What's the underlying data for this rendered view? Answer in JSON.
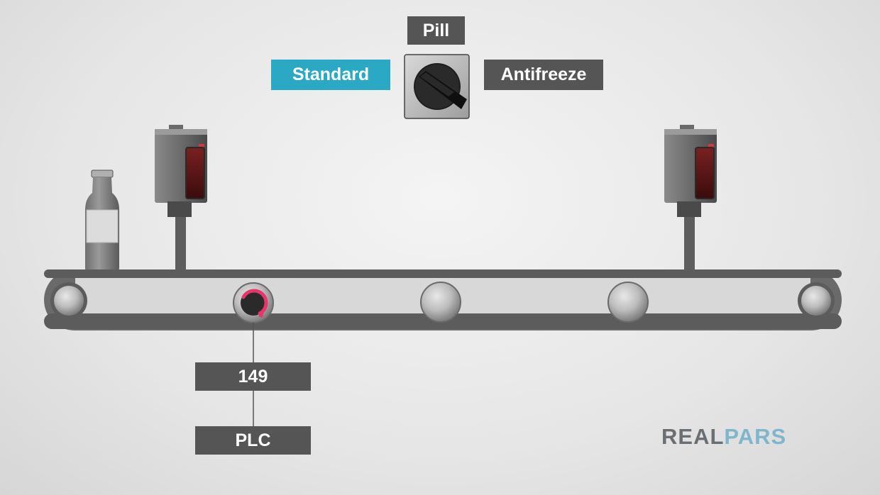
{
  "selector": {
    "top_label": "Pill",
    "left_label": "Standard",
    "right_label": "Antifreeze",
    "active": "Standard",
    "active_color": "#2aa8c4",
    "inactive_color": "#555555"
  },
  "encoder": {
    "count_value": "149",
    "controller_label": "PLC",
    "accent_color": "#e8356a"
  },
  "logo": {
    "part1": "REAL",
    "part2": "PARS"
  },
  "icons": {
    "selector_switch": "rotary-selector-switch-icon",
    "sensor": "photoelectric-sensor-icon",
    "bottle": "bottle-icon",
    "encoder": "rotary-encoder-icon",
    "roller": "roller-icon"
  }
}
